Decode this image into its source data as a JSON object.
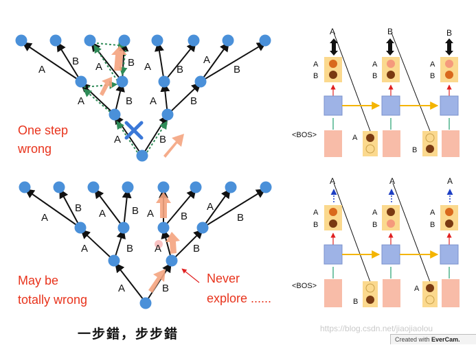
{
  "tree_top": {
    "edge_labels": [
      "A",
      "B",
      "A",
      "B",
      "A",
      "B",
      "A",
      "B",
      "A",
      "B",
      "A",
      "B",
      "A",
      "B"
    ],
    "caption": [
      "One step",
      "wrong"
    ]
  },
  "tree_bottom": {
    "edge_labels": [
      "A",
      "B",
      "A",
      "B",
      "A",
      "B",
      "A",
      "B",
      "A",
      "B",
      "A",
      "B",
      "A",
      "B"
    ],
    "caption": [
      "May be",
      "totally wrong"
    ],
    "never_explore": [
      "Never",
      "explore ......"
    ]
  },
  "seq_top": {
    "outputs": [
      "A",
      "B",
      "B"
    ],
    "row_labels": [
      "A",
      "B"
    ],
    "bos": "<BOS>",
    "input_labels": [
      "A",
      "B"
    ]
  },
  "seq_bottom": {
    "outputs": [
      "A",
      "A",
      "A"
    ],
    "row_labels": [
      "A",
      "B"
    ],
    "bos": "<BOS>",
    "input_labels": [
      "B",
      "A"
    ]
  },
  "footer_text": "一步錯，步步錯",
  "watermark": "https://blog.csdn.net/jiaojiaolou",
  "badge": {
    "prefix": "Created with",
    "brand": "EverCam."
  },
  "colors": {
    "node": "#4a90d9",
    "red_text": "#e8331c",
    "arrow": "#f4a47f",
    "prob_box": "#fbd98e",
    "rnn_box": "#9eb3e6",
    "input_box": "#f8bca8"
  }
}
